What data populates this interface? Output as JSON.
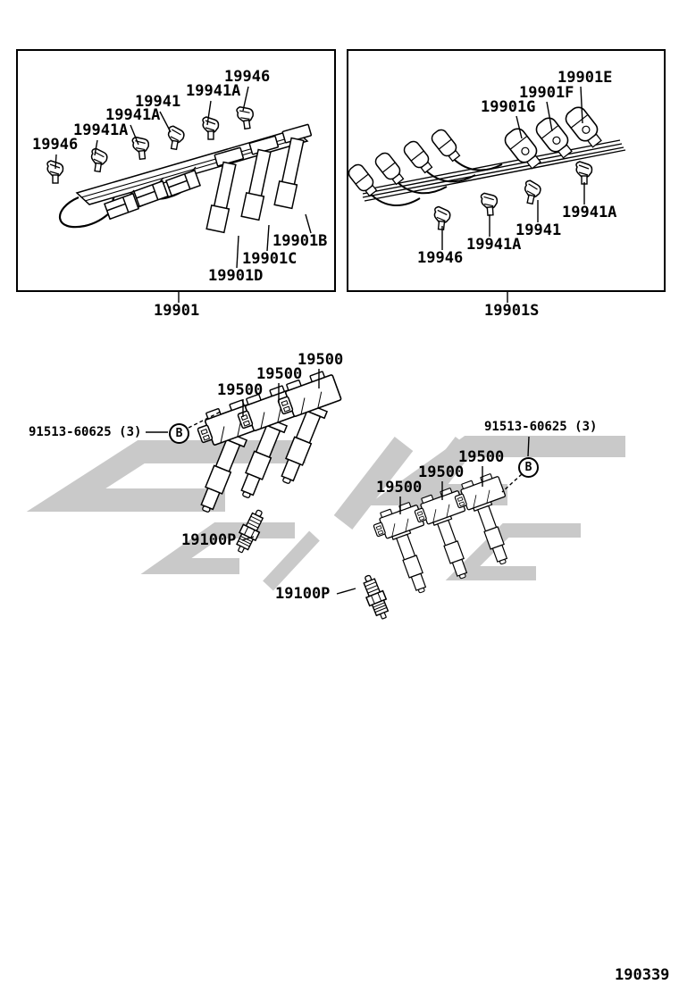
{
  "figure_code": "190339",
  "panels": {
    "left": {
      "caption": "19901",
      "labels": {
        "clip_top": "19946",
        "clip_2": "19941A",
        "clip_3": "19941",
        "clip_4": "19941A",
        "clip_5": "19941A",
        "clip_left": "19946",
        "wire_b": "19901B",
        "wire_c": "19901C",
        "wire_d": "19901D"
      }
    },
    "right": {
      "caption": "19901S",
      "labels": {
        "wire_g": "19901G",
        "wire_f": "19901F",
        "wire_e": "19901E",
        "clip_right": "19941A",
        "clip_mid": "19941",
        "clip_mid2": "19941A",
        "clip_left": "19946"
      }
    }
  },
  "coil_groups": {
    "left": {
      "coil_1": "19500",
      "coil_2": "19500",
      "coil_3": "19500",
      "bolt_callout": "91513-60625 (3)",
      "bolt_symbol": "B",
      "plug_label": "19100P"
    },
    "right": {
      "coil_1": "19500",
      "coil_2": "19500",
      "coil_3": "19500",
      "bolt_callout": "91513-60625 (3)",
      "bolt_symbol": "B",
      "plug_label": "19100P"
    }
  },
  "colors": {
    "line": "#000000",
    "watermark": "#c9c9c9",
    "background": "#ffffff"
  }
}
